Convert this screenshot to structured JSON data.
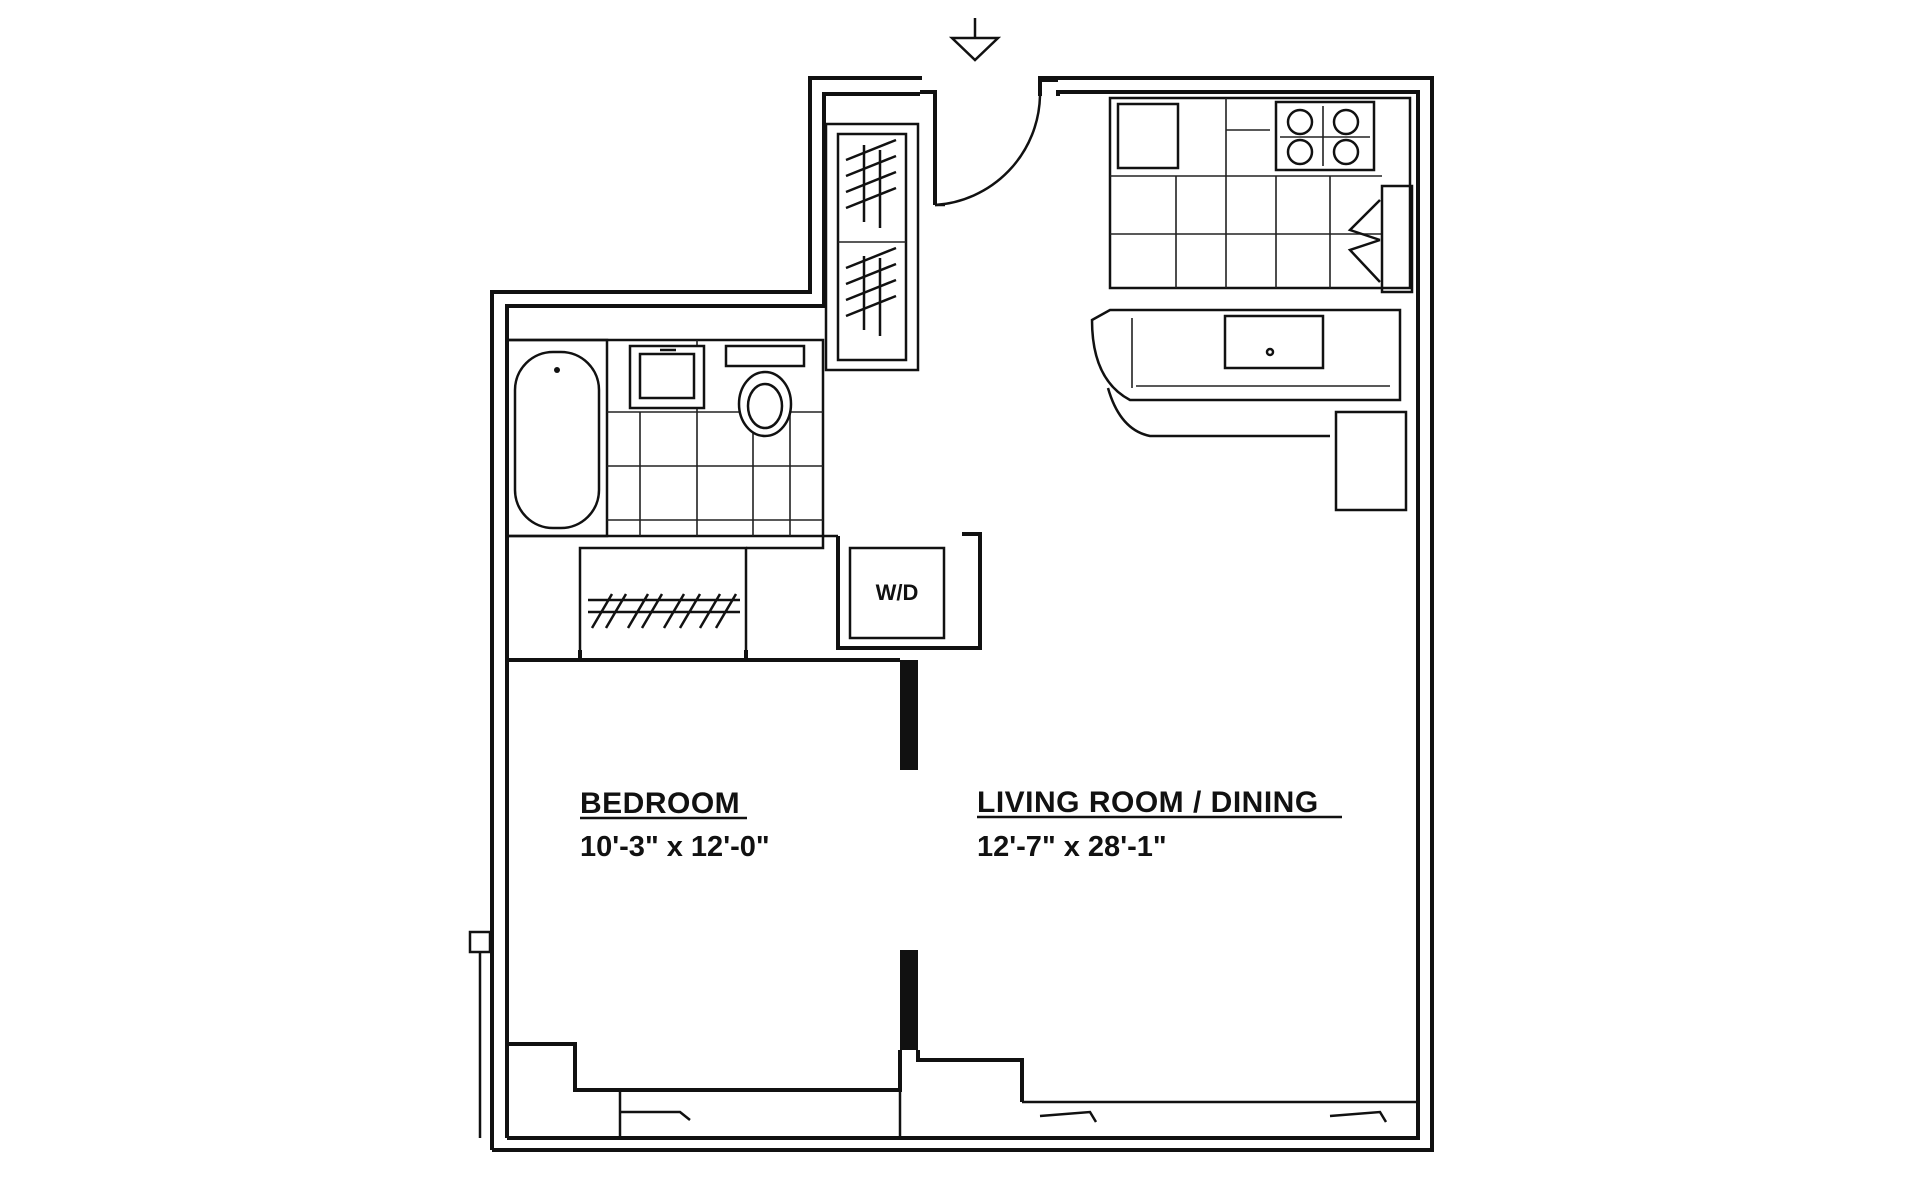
{
  "rooms": {
    "bedroom": {
      "name": "BEDROOM",
      "dimensions": "10'-3\" x 12'-0\""
    },
    "living": {
      "name": "LIVING ROOM / DINING",
      "dimensions": "12'-7\" x 28'-1\""
    }
  },
  "fixtures": {
    "washer_dryer": "W/D"
  },
  "icons": {
    "entry": "entry-arrow-icon",
    "stove": "stove-icon",
    "sink": "sink-icon",
    "toilet": "toilet-icon",
    "bathtub": "bathtub-icon"
  },
  "colors": {
    "ink": "#111111",
    "paper": "#ffffff"
  }
}
